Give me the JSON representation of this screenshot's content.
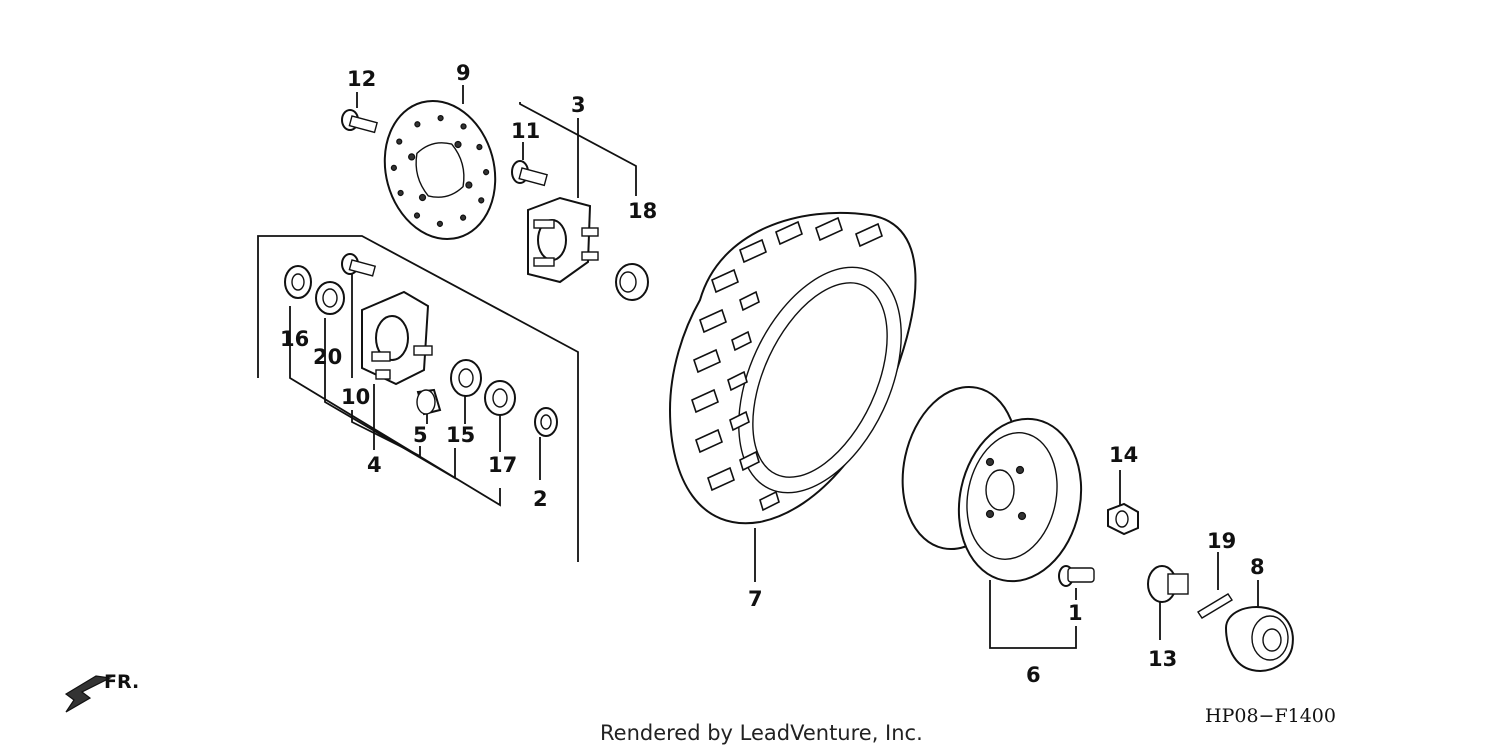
{
  "callouts": [
    {
      "id": "1",
      "label": "1"
    },
    {
      "id": "2",
      "label": "2"
    },
    {
      "id": "3",
      "label": "3"
    },
    {
      "id": "4",
      "label": "4"
    },
    {
      "id": "5",
      "label": "5"
    },
    {
      "id": "6",
      "label": "6"
    },
    {
      "id": "7",
      "label": "7"
    },
    {
      "id": "8",
      "label": "8"
    },
    {
      "id": "9",
      "label": "9"
    },
    {
      "id": "10",
      "label": "10"
    },
    {
      "id": "11",
      "label": "11"
    },
    {
      "id": "12",
      "label": "12"
    },
    {
      "id": "13",
      "label": "13"
    },
    {
      "id": "14",
      "label": "14"
    },
    {
      "id": "15",
      "label": "15"
    },
    {
      "id": "16",
      "label": "16"
    },
    {
      "id": "17",
      "label": "17"
    },
    {
      "id": "18",
      "label": "18"
    },
    {
      "id": "19",
      "label": "19"
    },
    {
      "id": "20",
      "label": "20"
    }
  ],
  "direction_marker": "FR.",
  "diagram_code": "HP08−F1400",
  "footer_text": "Rendered by LeadVenture, Inc."
}
